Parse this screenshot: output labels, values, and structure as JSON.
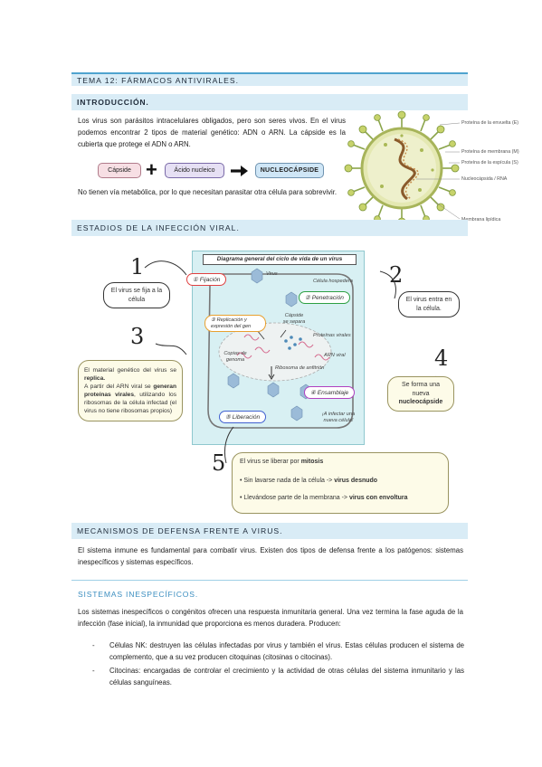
{
  "title": "TEMA 12: FÁRMACOS ANTIVIRALES.",
  "intro": {
    "heading": "INTRODUCCIÓN.",
    "p1": "Los virus son parásitos intracelulares obligados, pero son seres vivos. En el virus podemos encontrar 2 tipos de material genético: ADN o ARN. La cápside es la cubierta que protege el ADN o ARN.",
    "formula": {
      "a": "Cápside",
      "b": "Ácido nucleico",
      "result": "NUCLEOCÁPSIDE",
      "plus": "+"
    },
    "p2": "No tienen vía metabólica, por lo que necesitan parasitar otra célula para sobrevivir.",
    "virus_labels": [
      "Proteína de la envuelta (E)",
      "Proteína de membrana (M)",
      "Proteína de la espícula (S)",
      "Nucleocápsida / RNA",
      "Membrana lipídica"
    ]
  },
  "stages": {
    "heading": "ESTADIOS DE LA INFECCIÓN VIRAL.",
    "diagram_title": "Diagrama general del ciclo de vida de un virus",
    "nums": [
      "1",
      "2",
      "3",
      "4",
      "5"
    ],
    "note1": "El virus se fija a la célula",
    "note2": "El virus entra en la célula.",
    "note3a": "El material genético del virus se ",
    "note3a_b": "replica.",
    "note3b": "A partir del ARN viral se ",
    "note3b_b": "generan proteínas virales",
    "note3c": ", utilizando los ribosomas de la célula infectad (el virus no tiene ribosomas propios)",
    "note4a": "Se forma una nueva",
    "note4b": "nucleocápside",
    "stage_labels": {
      "fijacion": "① Fijación",
      "penetracion": "② Penetración",
      "replicacion": "③ Replicación y expresión del gen",
      "ensamblaje": "④ Ensamblaje",
      "liberacion": "⑤ Liberación"
    },
    "tiny": {
      "virus": "Virus",
      "celula": "Célula hospedera",
      "capsido": "Cápside se separa",
      "proteinas": "Proteínas virales",
      "copias": "Copias de genoma",
      "arn": "ARN viral",
      "ribosoma": "Ribosoma de anfitrión",
      "infectar": "¡A infectar una nueva célula!"
    },
    "mitosis": {
      "line1": "El virus se liberar por ",
      "line1_b": "mitosis",
      "line2": "• Sin lavarse nada de la célula    -> ",
      "line2_b": "virus desnudo",
      "line3": "• Llevándose parte de la membrana    -> ",
      "line3_b": "virus con envoltura"
    }
  },
  "defense": {
    "heading": "MECANISMOS DE DEFENSA FRENTE A VIRUS.",
    "p": "El sistema inmune es fundamental para combatir virus. Existen dos tipos de defensa frente a los patógenos: sistemas inespecíficos y sistemas específicos."
  },
  "inespecificos": {
    "heading": "SISTEMAS INESPECÍFICOS.",
    "p": "Los sistemas inespecíficos o congénitos ofrecen una respuesta inmunitaria general. Una vez termina la fase aguda de la infección (fase inicial), la inmunidad que proporciona es menos duradera. Producen:",
    "bullets": [
      "Células NK: destruyen las células infectadas por virus y también el virus. Estas células producen el sistema de complemento, que a su vez producen citoquinas (citosinas o citocinas).",
      "Citocinas: encargadas de controlar el crecimiento y la actividad de otras células del sistema inmunitario y las células sanguíneas."
    ]
  }
}
